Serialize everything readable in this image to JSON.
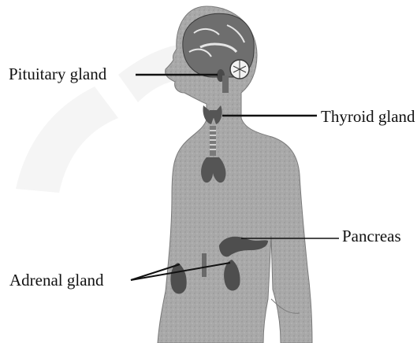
{
  "labels": {
    "pituitary": "Pituitary gland",
    "thyroid": "Thyroid gland",
    "pancreas": "Pancreas",
    "adrenal": "Adrenal gland"
  },
  "colors": {
    "body": "#a9a9a9",
    "organ": "#5a5a5a",
    "brain": "#6e6e6e",
    "line": "#111111"
  }
}
